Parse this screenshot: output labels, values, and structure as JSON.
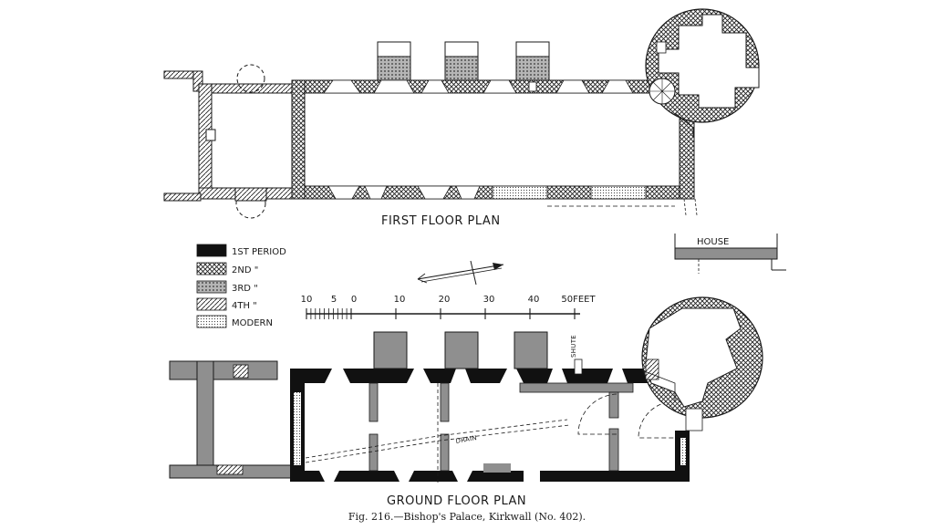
{
  "first_floor_title": "FIRST FLOOR PLAN",
  "ground_floor_title": "GROUND FLOOR PLAN",
  "caption": "Fig. 216.—Bishop's Palace, Kirkwall (No. 402).",
  "house_label": "HOUSE",
  "drain_label": "DRAIN",
  "shute_label": "SHUTE",
  "legend": [
    {
      "label": "1ST PERIOD",
      "pattern": "solid"
    },
    {
      "label": "2ND \"",
      "pattern": "cross"
    },
    {
      "label": "3RD \"",
      "pattern": "dots"
    },
    {
      "label": "4TH \"",
      "pattern": "hatch"
    },
    {
      "label": "MODERN",
      "pattern": "stipple"
    }
  ],
  "scale": {
    "ticks": [
      "10",
      "5",
      "0",
      "10",
      "20",
      "30",
      "40",
      "50"
    ],
    "unit": "FEET"
  },
  "colors": {
    "ink": "#1a1a1a",
    "paper": "#ffffff"
  }
}
